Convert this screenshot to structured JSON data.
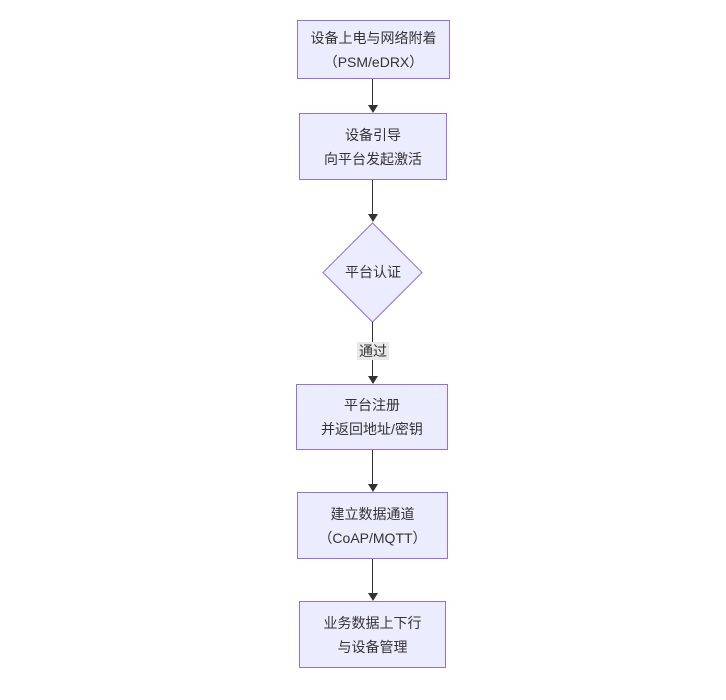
{
  "diagram": {
    "type": "flowchart",
    "direction": "top-down",
    "colors": {
      "node_fill": "#ECECFF",
      "node_border": "#9370DB",
      "edge_line": "#333333",
      "edge_label_bg": "#e8e8e8",
      "text": "#333333",
      "background": "#ffffff"
    },
    "nodes": {
      "n1": {
        "shape": "rect",
        "line1": "设备上电与网络附着",
        "line2": "（PSM/eDRX）"
      },
      "n2": {
        "shape": "rect",
        "line1": "设备引导",
        "line2": "向平台发起激活"
      },
      "d1": {
        "shape": "diamond",
        "label": "平台认证"
      },
      "n3": {
        "shape": "rect",
        "line1": "平台注册",
        "line2": "并返回地址/密钥"
      },
      "n4": {
        "shape": "rect",
        "line1": "建立数据通道",
        "line2": "（CoAP/MQTT）"
      },
      "n5": {
        "shape": "rect",
        "line1": "业务数据上下行",
        "line2": "与设备管理"
      }
    },
    "edges": {
      "e1": {
        "from": "n1",
        "to": "n2",
        "label": ""
      },
      "e2": {
        "from": "n2",
        "to": "d1",
        "label": ""
      },
      "e3": {
        "from": "d1",
        "to": "n3",
        "label": "通过"
      },
      "e4": {
        "from": "n3",
        "to": "n4",
        "label": ""
      },
      "e5": {
        "from": "n4",
        "to": "n5",
        "label": ""
      }
    }
  }
}
